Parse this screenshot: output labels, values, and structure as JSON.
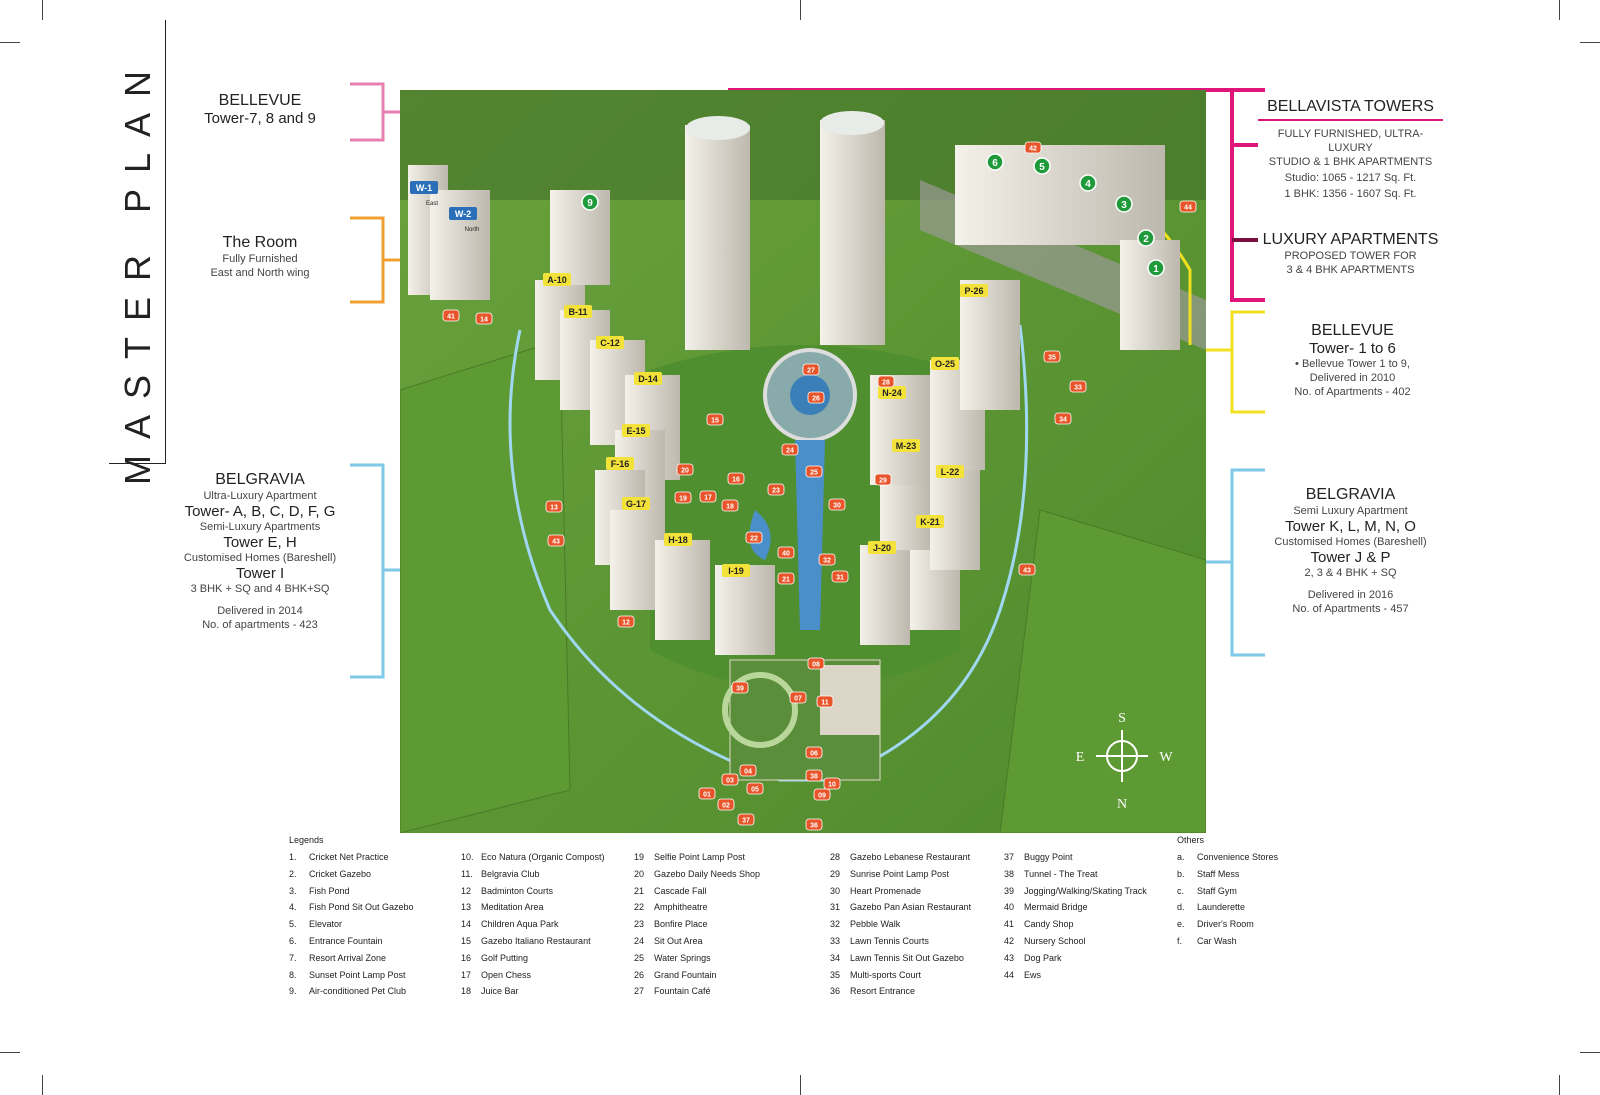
{
  "title": "MASTER PLAN",
  "labels_left": [
    {
      "id": "bellevue-7-9",
      "heading": "BELLEVUE",
      "lines": [
        "Tower-7, 8 and 9"
      ]
    },
    {
      "id": "the-room",
      "heading": "The Room",
      "lines": [
        "Fully Furnished",
        "East and North wing"
      ]
    },
    {
      "id": "belgravia-left",
      "heading": "BELGRAVIA",
      "lines": [
        "Ultra-Luxury Apartment",
        "Tower- A, B, C, D, F, G",
        "Semi-Luxury Apartments",
        "Tower E, H",
        "Customised Homes (Bareshell)",
        "Tower I",
        "3 BHK + SQ and 4 BHK+SQ",
        "Delivered in 2014",
        "No. of apartments - 423"
      ]
    }
  ],
  "labels_right": [
    {
      "id": "bellavista",
      "heading": "BELLAVISTA TOWERS",
      "lines": [
        "FULLY FURNISHED, ULTRA-LUXURY",
        "STUDIO & 1 BHK APARTMENTS",
        "Studio: 1065 - 1217 Sq. Ft.",
        "1 BHK: 1356 - 1607 Sq. Ft."
      ]
    },
    {
      "id": "luxury",
      "heading": "LUXURY APARTMENTS",
      "lines": [
        "PROPOSED TOWER FOR",
        "3 & 4 BHK APARTMENTS"
      ]
    },
    {
      "id": "bellevue-1-6",
      "heading": "BELLEVUE",
      "lines": [
        "Tower- 1 to 6",
        "• Bellevue Tower 1 to 9,",
        "Delivered in 2010",
        "No. of Apartments - 402"
      ]
    },
    {
      "id": "belgravia-right",
      "heading": "BELGRAVIA",
      "lines": [
        "Semi Luxury Apartment",
        "Tower K, L, M, N, O",
        "Customised Homes (Bareshell)",
        "Tower J & P",
        "2, 3 & 4 BHK + SQ",
        "Delivered in 2016",
        "No. of Apartments - 457"
      ]
    }
  ],
  "towers": [
    "A-10",
    "B-11",
    "C-12",
    "D-14",
    "E-15",
    "F-16",
    "G-17",
    "H-18",
    "I-19",
    "J-20",
    "K-21",
    "L-22",
    "M-23",
    "N-24",
    "O-25",
    "P-26",
    "W-1",
    "W-2"
  ],
  "tower_notes": [
    "East",
    "North"
  ],
  "bellevue_numbers": [
    "1",
    "2",
    "3",
    "4",
    "5",
    "6",
    "9"
  ],
  "markers": [
    "01",
    "02",
    "03",
    "04",
    "05",
    "06",
    "07",
    "08",
    "09",
    "10",
    "11",
    "12",
    "13",
    "14",
    "15",
    "16",
    "17",
    "18",
    "19",
    "20",
    "21",
    "22",
    "23",
    "24",
    "25",
    "26",
    "27",
    "28",
    "29",
    "30",
    "31",
    "32",
    "33",
    "34",
    "35",
    "36",
    "37",
    "38",
    "39",
    "40",
    "41",
    "42",
    "43",
    "43",
    "44"
  ],
  "compass": {
    "top": "S",
    "bottom": "N",
    "left": "E",
    "right": "W"
  },
  "legend_title": "Legends",
  "legend_columns": [
    [
      {
        "n": "1.",
        "t": "Cricket Net Practice"
      },
      {
        "n": "2.",
        "t": "Cricket Gazebo"
      },
      {
        "n": "3.",
        "t": "Fish Pond"
      },
      {
        "n": "4.",
        "t": "Fish Pond Sit Out Gazebo"
      },
      {
        "n": "5.",
        "t": "Elevator"
      },
      {
        "n": "6.",
        "t": "Entrance Fountain"
      },
      {
        "n": "7.",
        "t": "Resort Arrival Zone"
      },
      {
        "n": "8.",
        "t": "Sunset Point Lamp Post"
      },
      {
        "n": "9.",
        "t": "Air-conditioned Pet Club"
      }
    ],
    [
      {
        "n": "10.",
        "t": "Eco Natura (Organic Compost)"
      },
      {
        "n": "11.",
        "t": "Belgravia Club"
      },
      {
        "n": "12",
        "t": "Badminton Courts"
      },
      {
        "n": "13",
        "t": "Meditation Area"
      },
      {
        "n": "14",
        "t": "Children Aqua Park"
      },
      {
        "n": "15",
        "t": "Gazebo Italiano Restaurant"
      },
      {
        "n": "16",
        "t": "Golf Putting"
      },
      {
        "n": "17",
        "t": "Open Chess"
      },
      {
        "n": "18",
        "t": "Juice Bar"
      }
    ],
    [
      {
        "n": "19",
        "t": "Selfie Point Lamp Post"
      },
      {
        "n": "20",
        "t": "Gazebo Daily Needs Shop"
      },
      {
        "n": "21",
        "t": "Cascade Fall"
      },
      {
        "n": "22",
        "t": "Amphitheatre"
      },
      {
        "n": "23",
        "t": "Bonfire Place"
      },
      {
        "n": "24",
        "t": "Sit Out Area"
      },
      {
        "n": "25",
        "t": "Water Springs"
      },
      {
        "n": "26",
        "t": "Grand Fountain"
      },
      {
        "n": "27",
        "t": "Fountain Café"
      }
    ],
    [
      {
        "n": "28",
        "t": "Gazebo Lebanese Restaurant"
      },
      {
        "n": "29",
        "t": "Sunrise Point Lamp Post"
      },
      {
        "n": "30",
        "t": "Heart Promenade"
      },
      {
        "n": "31",
        "t": "Gazebo Pan Asian Restaurant"
      },
      {
        "n": "32",
        "t": "Pebble Walk"
      },
      {
        "n": "33",
        "t": "Lawn Tennis Courts"
      },
      {
        "n": "34",
        "t": "Lawn Tennis Sit Out Gazebo"
      },
      {
        "n": "35",
        "t": "Multi-sports Court"
      },
      {
        "n": "36",
        "t": "Resort Entrance"
      }
    ],
    [
      {
        "n": "37",
        "t": "Buggy Point"
      },
      {
        "n": "38",
        "t": "Tunnel - The Treat"
      },
      {
        "n": "39",
        "t": "Jogging/Walking/Skating Track"
      },
      {
        "n": "40",
        "t": "Mermaid Bridge"
      },
      {
        "n": "41",
        "t": "Candy Shop"
      },
      {
        "n": "42",
        "t": "Nursery School"
      },
      {
        "n": "43",
        "t": "Dog Park"
      },
      {
        "n": "44",
        "t": "Ews"
      }
    ],
    [
      {
        "n": "a.",
        "t": "Convenience Stores"
      },
      {
        "n": "b.",
        "t": "Staff Mess"
      },
      {
        "n": "c.",
        "t": "Staff Gym"
      },
      {
        "n": "d.",
        "t": "Launderette"
      },
      {
        "n": "e.",
        "t": "Driver's Room"
      },
      {
        "n": "f.",
        "t": "Car Wash"
      }
    ]
  ],
  "others_title": "Others",
  "colors": {
    "bellevue": "#e87fb0",
    "room": "#f0a030",
    "belgravia": "#7ec8e8",
    "bellavista": "#e0157a",
    "luxury": "#7a1040",
    "bellevue_right": "#f0e020",
    "grass": "#5f9a35"
  }
}
